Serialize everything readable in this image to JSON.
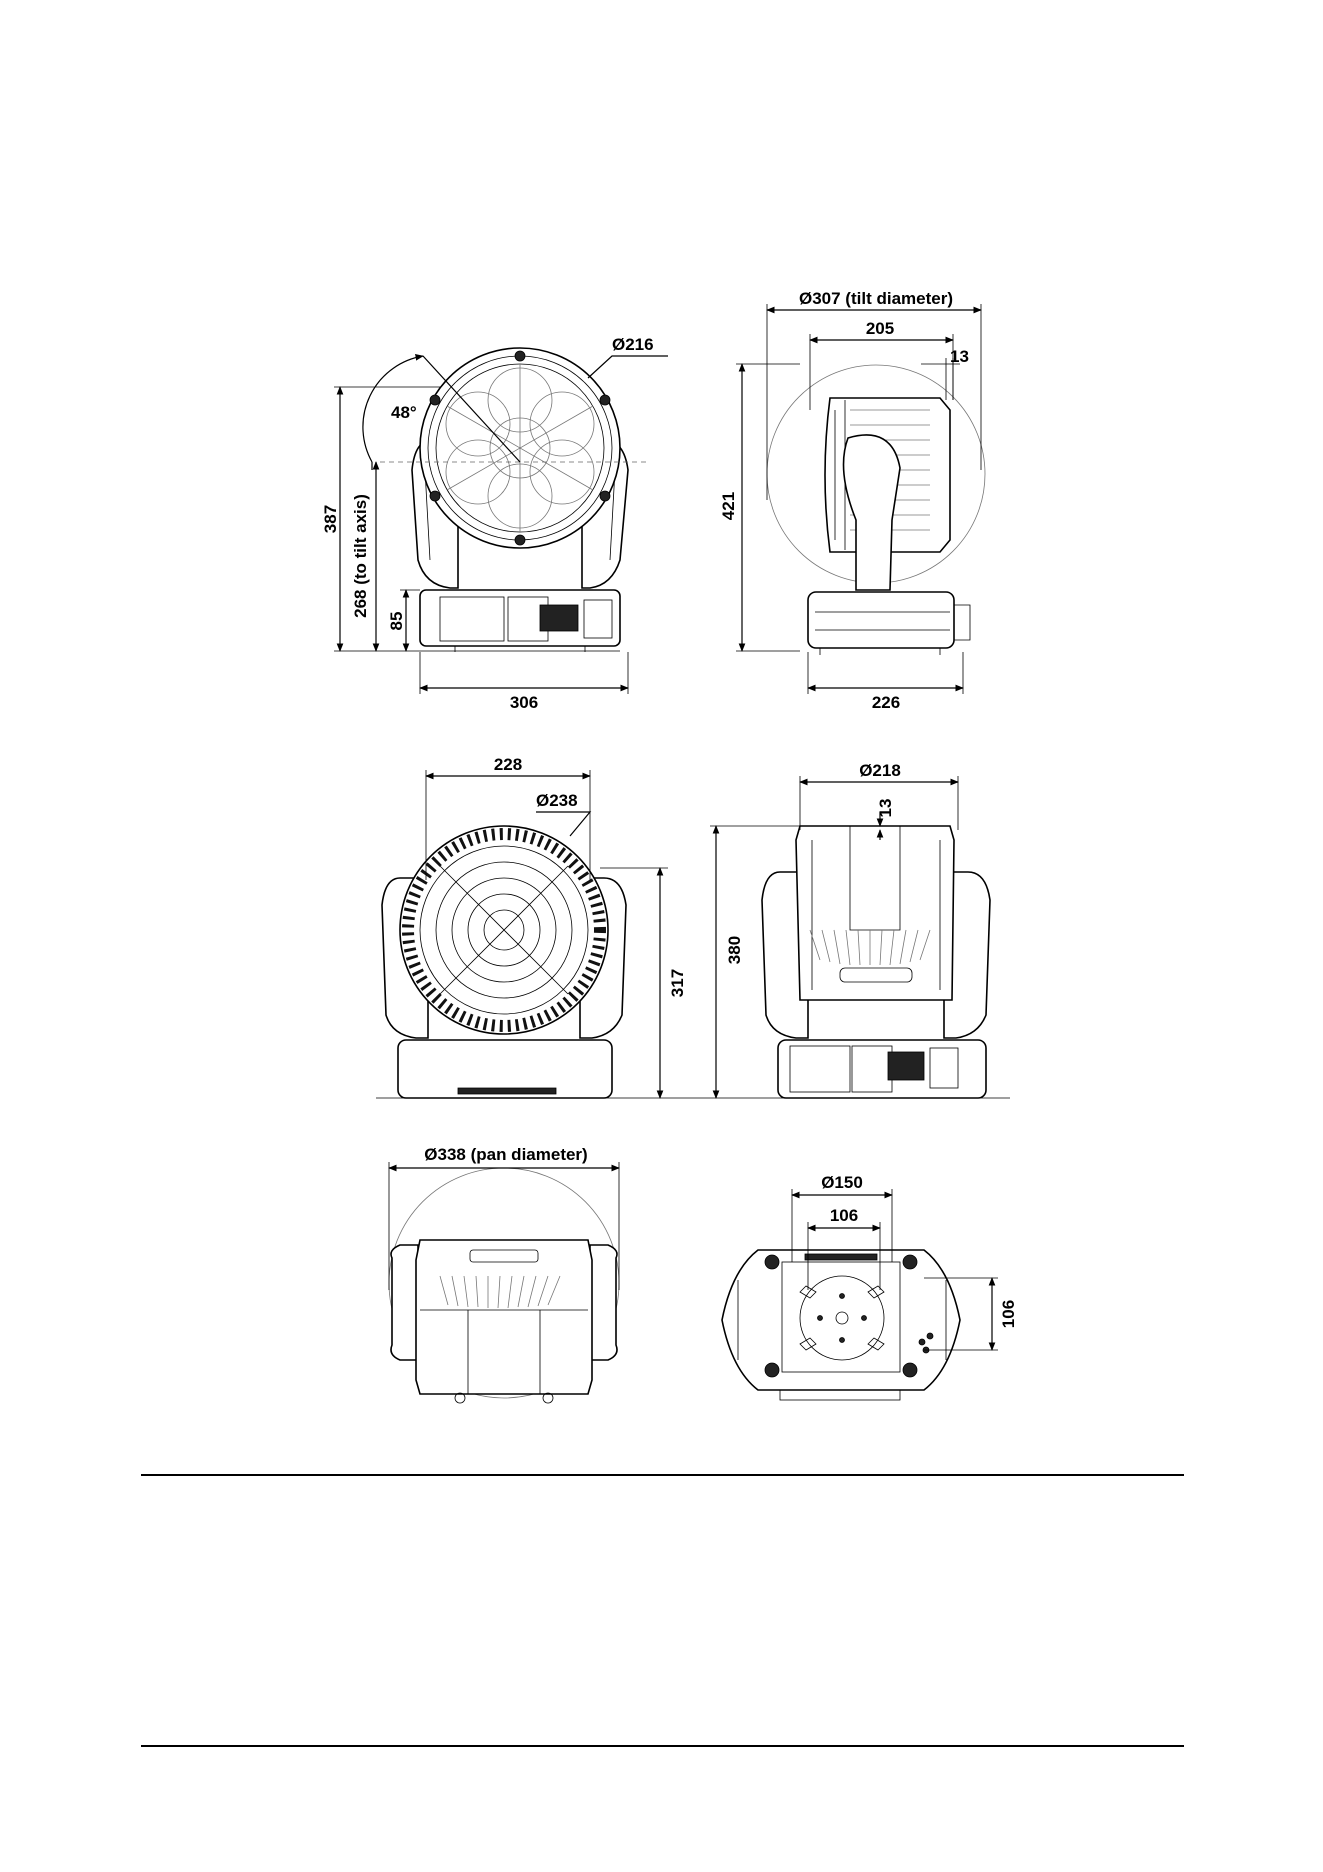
{
  "views": {
    "front": {
      "tilt_angle": "48°",
      "lens_diameter": "Ø216",
      "total_height": "387",
      "tilt_axis_height": "268 (to tilt axis)",
      "base_height": "85",
      "width": "306"
    },
    "side": {
      "tilt_diameter": "Ø307 (tilt diameter)",
      "head_depth": "205",
      "offset": "13",
      "total_height": "421",
      "base_depth": "226"
    },
    "rear": {
      "width": "228",
      "rear_diameter": "Ø238",
      "height": "317"
    },
    "top_head": {
      "diameter": "Ø218",
      "offset": "13",
      "height": "380"
    },
    "pan": {
      "pan_diameter": "Ø338 (pan diameter)"
    },
    "bottom": {
      "diameter": "Ø150",
      "hole_spacing_x": "106",
      "hole_spacing_y": "106"
    }
  }
}
